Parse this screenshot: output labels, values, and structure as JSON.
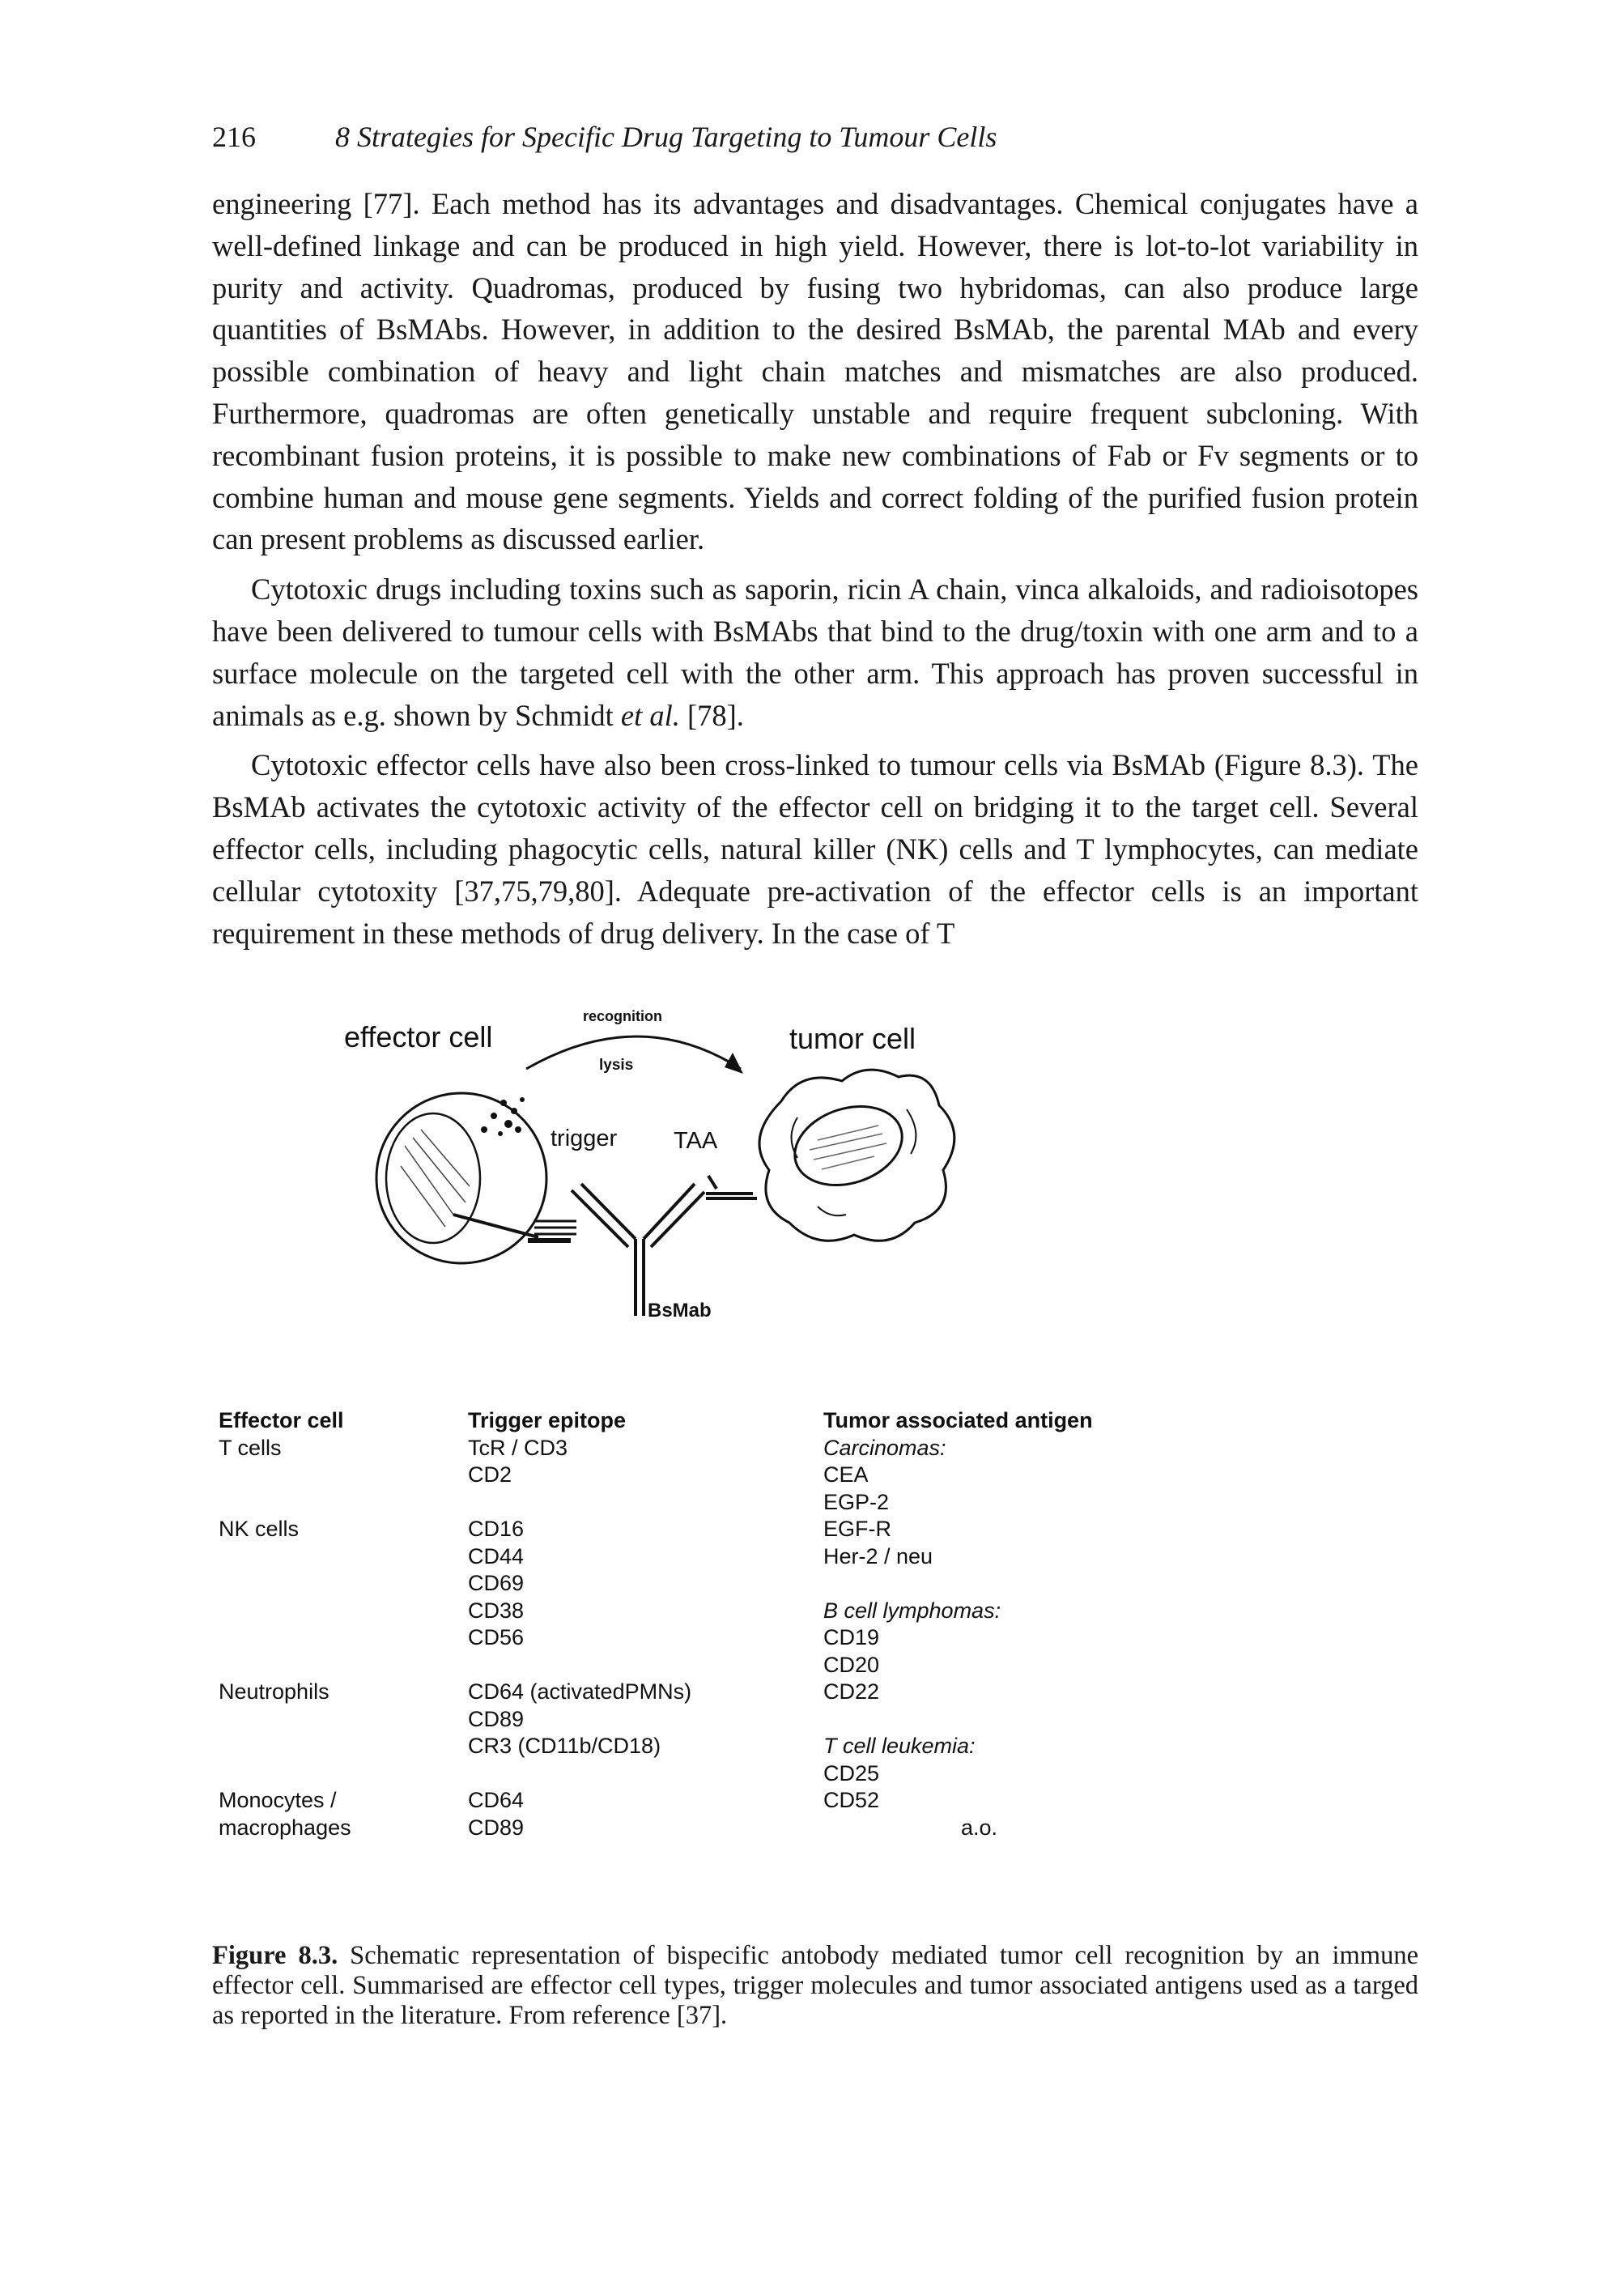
{
  "header": {
    "page_number": "216",
    "running_title": "8 Strategies for Specific Drug Targeting to Tumour Cells"
  },
  "body": {
    "p1": "engineering [77]. Each method has its advantages and disadvantages. Chemical conjugates have a well-defined linkage and can be produced in high yield. However, there is lot-to-lot variability in purity and activity. Quadromas, produced by fusing two hybridomas, can also produce large quantities of BsMAbs. However, in addition to the desired BsMAb, the parental MAb and every possible combination of heavy and light chain matches and mismatches are also produced. Furthermore, quadromas are often genetically unstable and require frequent subcloning. With recombinant fusion proteins, it is possible to make new combinations of Fab or Fv segments or to combine human and mouse gene segments. Yields and correct folding of the purified fusion protein can present problems as discussed earlier.",
    "p2_before": "Cytotoxic drugs including toxins such as saporin, ricin A chain, vinca alkaloids, and radioisotopes have been delivered to tumour cells with BsMAbs that bind to the drug/toxin with one arm and to a surface molecule on the targeted cell with the other arm. This approach has proven successful in animals as e.g. shown by Schmidt ",
    "p2_etal": "et al.",
    "p2_after": " [78].",
    "p3": "Cytotoxic effector cells have also been cross-linked to tumour cells via BsMAb (Figure 8.3). The BsMAb activates the cytotoxic activity of the effector cell on bridging it to the target cell. Several effector cells, including phagocytic cells, natural killer (NK) cells and T lymphocytes, can mediate cellular cytotoxity [37,75,79,80]. Adequate pre-activation of the effector cells is an important requirement in these methods of drug delivery. In the case of T"
  },
  "figure": {
    "labels": {
      "effector_cell": "effector cell",
      "recognition": "recognition",
      "lysis": "lysis",
      "tumor_cell": "tumor cell",
      "trigger": "trigger",
      "taa": "TAA",
      "bsmab": "BsMab"
    },
    "table": {
      "effector": {
        "header": "Effector cell",
        "t_cells": "T cells",
        "nk_cells": "NK cells",
        "neutrophils": "Neutrophils",
        "monocytes": "Monocytes /",
        "macrophages": "macrophages"
      },
      "trigger": {
        "header": "Trigger epitope",
        "items": [
          "TcR / CD3",
          "CD2",
          "",
          "CD16",
          "CD44",
          "CD69",
          "CD38",
          "CD56",
          "",
          "CD64 (activatedPMNs)",
          "CD89",
          "CR3 (CD11b/CD18)",
          "",
          "CD64",
          "CD89"
        ]
      },
      "antigen": {
        "header": "Tumor associated antigen",
        "carcinomas": "Carcinomas:",
        "carcinoma_items": [
          "CEA",
          "EGP-2",
          "EGF-R",
          "Her-2 / neu"
        ],
        "b_cell": "B cell lymphomas:",
        "b_cell_items": [
          "CD19",
          "CD20",
          "CD22"
        ],
        "t_cell": "T cell leukemia:",
        "t_cell_items": [
          "CD25",
          "CD52"
        ],
        "ao": "a.o."
      }
    },
    "caption_label": "Figure 8.3.",
    "caption_text": " Schematic representation of bispecific antobody mediated tumor cell recognition by an immune effector cell. Summarised are effector cell types, trigger molecules and tumor associated antigens used as a targed as reported in the literature. From reference [37]."
  }
}
